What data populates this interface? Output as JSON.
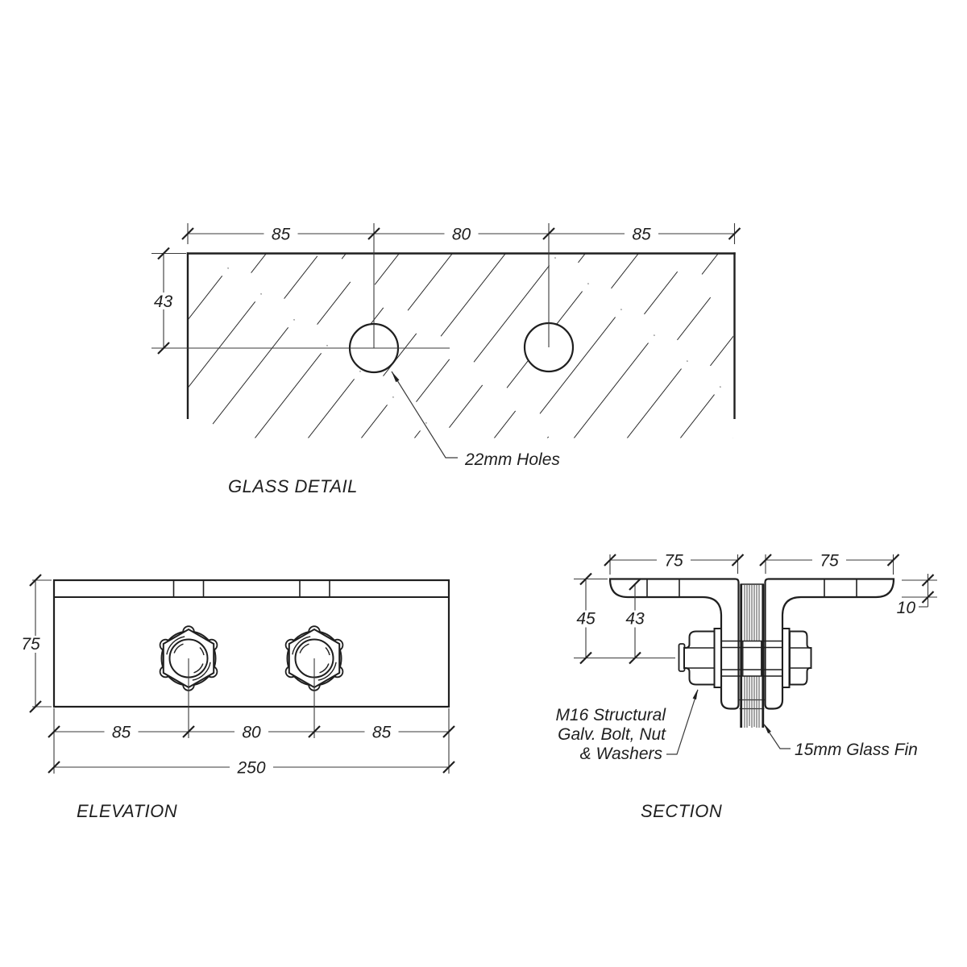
{
  "views": {
    "glass_detail": {
      "label": "GLASS DETAIL",
      "dim_top_left": "85",
      "dim_top_mid": "80",
      "dim_top_right": "85",
      "dim_side": "43",
      "holes_note": "22mm Holes"
    },
    "elevation": {
      "label": "ELEVATION",
      "dim_height": "75",
      "dim_bottom_left": "85",
      "dim_bottom_mid": "80",
      "dim_bottom_right": "85",
      "dim_total": "250"
    },
    "section": {
      "label": "SECTION",
      "dim_flange_left": "75",
      "dim_flange_right": "75",
      "dim_bracket_height": "45",
      "dim_glass_offset": "43",
      "dim_plate_thickness": "10",
      "bolt_note": [
        "M16 Structural",
        "Galv. Bolt, Nut",
        "& Washers"
      ],
      "glass_note": "15mm Glass Fin"
    }
  },
  "colors": {
    "line": "#1f1f1f",
    "background": "#ffffff"
  }
}
